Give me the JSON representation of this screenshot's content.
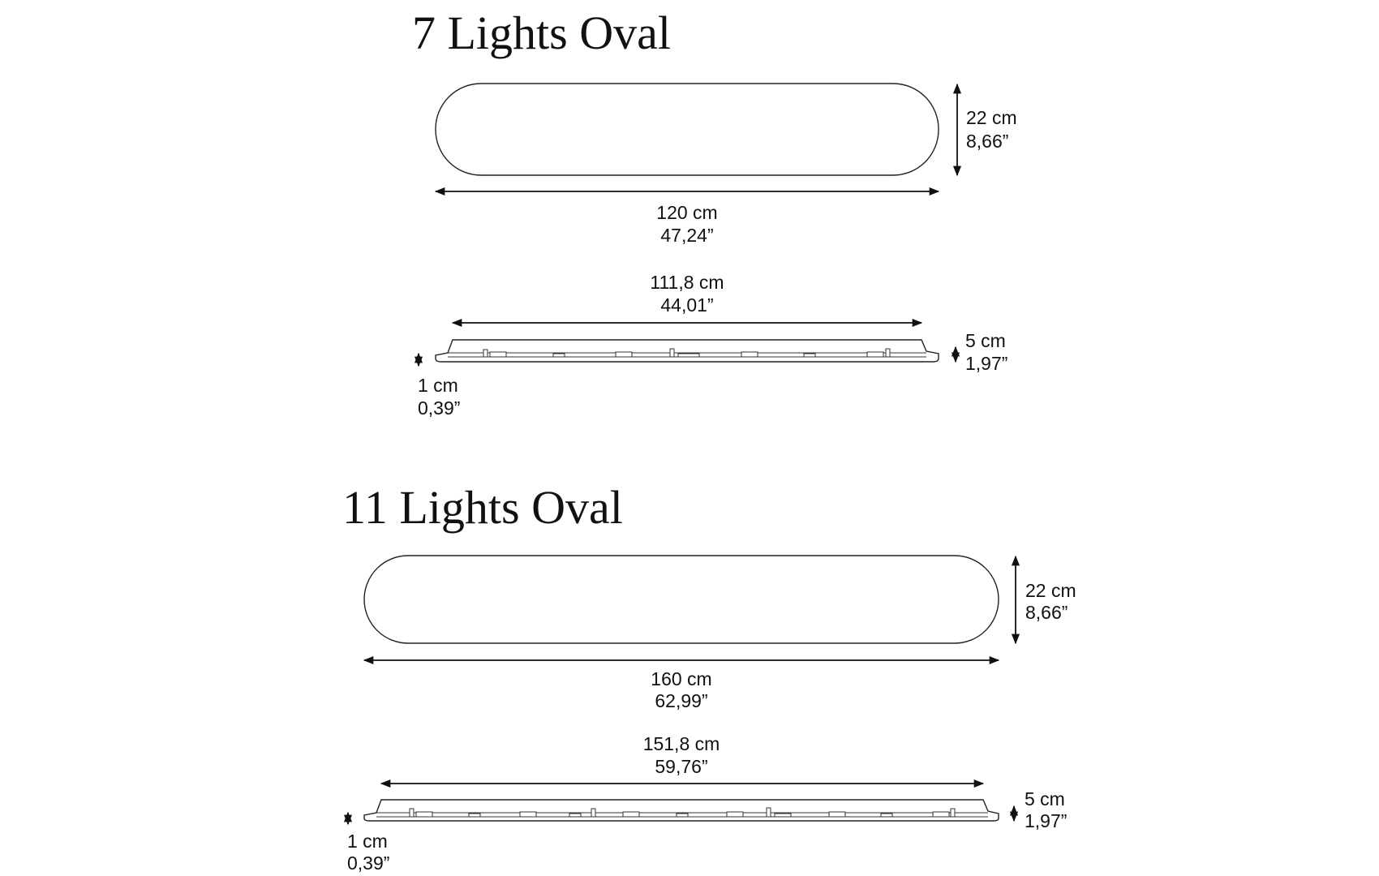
{
  "colors": {
    "ink": "#111111",
    "background": "#ffffff"
  },
  "models": [
    {
      "title": "7 Lights Oval",
      "top_view": {
        "height_cm": "22 cm",
        "height_in": "8,66”",
        "width_cm": "120 cm",
        "width_in": "47,24”"
      },
      "side_view": {
        "inner_width_cm": "111,8 cm",
        "inner_width_in": "44,01”",
        "height_cm": "5 cm",
        "height_in": "1,97”",
        "base_cm": "1 cm",
        "base_in": "0,39”"
      }
    },
    {
      "title": "11 Lights Oval",
      "top_view": {
        "height_cm": "22 cm",
        "height_in": "8,66”",
        "width_cm": "160 cm",
        "width_in": "62,99”"
      },
      "side_view": {
        "inner_width_cm": "151,8 cm",
        "inner_width_in": "59,76”",
        "height_cm": "5 cm",
        "height_in": "1,97”",
        "base_cm": "1 cm",
        "base_in": "0,39”"
      }
    }
  ]
}
